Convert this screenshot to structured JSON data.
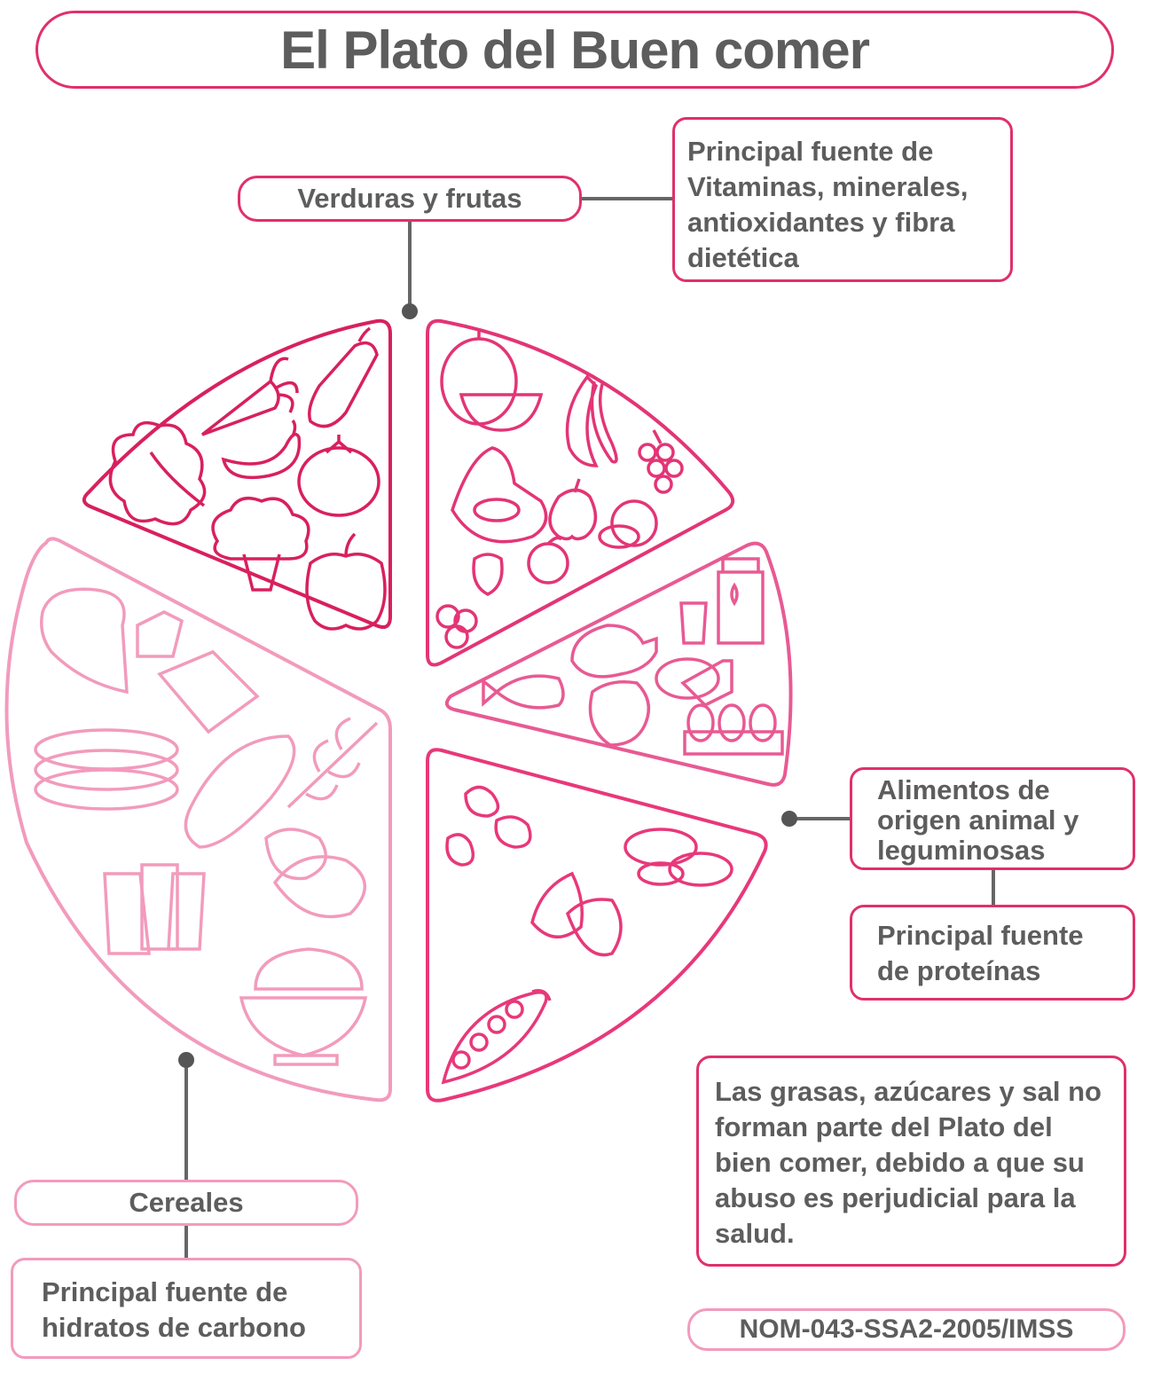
{
  "title": "El Plato del Buen comer",
  "groups": {
    "fruits_veg": {
      "label": "Verduras y frutas",
      "description": "Principal fuente de Vitaminas, minerales, antioxidantes y fibra dietética"
    },
    "animal": {
      "label": "Alimentos de origen animal  y leguminosas",
      "description": "Principal fuente de proteínas"
    },
    "cereals": {
      "label": "Cereales",
      "description": "Principal fuente de hidratos de carbono"
    }
  },
  "note": "Las grasas, azúcares y sal no forman parte del Plato del bien comer, debido a que su abuso es perjudicial para la salud.",
  "source": "NOM-043-SSA2-2005/IMSS",
  "colors": {
    "vegetables": "#d8205f",
    "fruits": "#e33576",
    "animal": "#e85a93",
    "legumes": "#e8387a",
    "cereals": "#f29bbc",
    "border": "#e0306a",
    "text": "#5d5d5d"
  },
  "icons": {
    "vegetables": [
      "lettuce-icon",
      "carrot-icon",
      "cucumber-icon",
      "chili-icon",
      "tomato-icon",
      "broccoli-icon",
      "bell-pepper-icon"
    ],
    "fruits": [
      "watermelon-icon",
      "banana-icon",
      "grapes-icon",
      "papaya-icon",
      "apple-icon",
      "orange-icon",
      "strawberry-icon",
      "peach-icon",
      "berries-icon"
    ],
    "animal": [
      "fish-icon",
      "chicken-icon",
      "milk-icon",
      "glass-icon",
      "meat-icon",
      "cheese-icon",
      "eggs-icon"
    ],
    "legumes": [
      "beans-icon",
      "lentils-icon",
      "chickpeas-icon",
      "pea-pod-icon"
    ],
    "cereals": [
      "sweet-potato-icon",
      "pasta-icon",
      "tortillas-icon",
      "bread-icon",
      "wheat-icon",
      "tamales-icon",
      "potatoes-icon",
      "rice-bowl-icon"
    ]
  }
}
